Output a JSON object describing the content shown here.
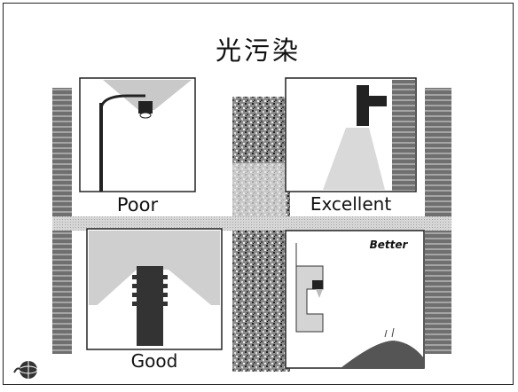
{
  "slide": {
    "title": "光污染",
    "panels": [
      {
        "label": "Poor"
      },
      {
        "label": "Excellent"
      },
      {
        "label": "Good"
      },
      {
        "label": "Better"
      }
    ]
  },
  "icons": {
    "logo": "globe-logo-icon"
  }
}
